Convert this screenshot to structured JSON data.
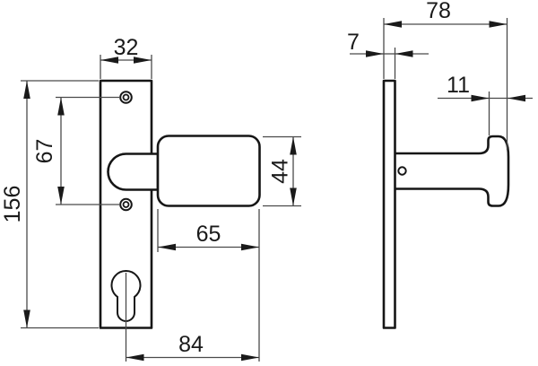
{
  "page": {
    "background_color": "#ffffff",
    "line_color": "#161616",
    "dimension_line_color": "#4a4a4a"
  },
  "drawing": {
    "kind": "two-view technical drawing of door plate with fixed knob",
    "dimensions": {
      "plate_width": "32",
      "screw_hole_spacing": "67",
      "plate_height": "156",
      "knob_length": "65",
      "cylinder_to_knob_end": "84",
      "knob_height": "44",
      "overall_depth": "78",
      "plate_thickness": "7",
      "knob_cap_thickness": "11"
    }
  }
}
